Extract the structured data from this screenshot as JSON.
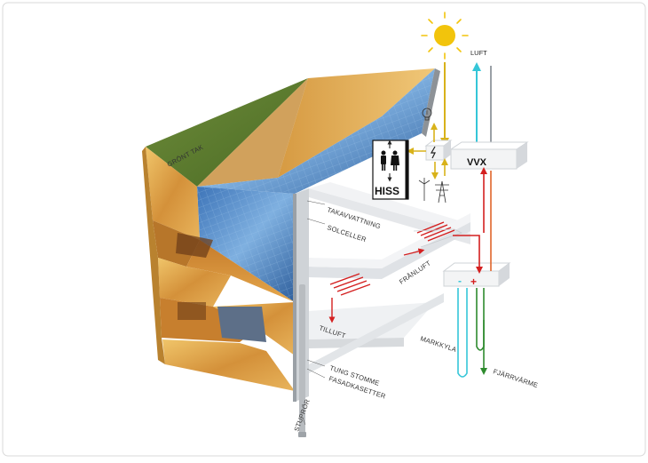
{
  "labels": {
    "gron_tak": "GRÖNT TAK",
    "takavvattning": "TAKAVVATTNING",
    "solceller": "SOLCELLER",
    "franluft": "FRÅNLUFT",
    "tilluft": "TILLUFT",
    "tung_stomme": "TUNG STOMME",
    "fasadkasetter": "FASADKASETTER",
    "stupror": "STUPRÖR",
    "luft": "LUFT",
    "vvx": "VVX",
    "hiss": "HISS",
    "markkyla": "MARKKYLA",
    "fjarrvarme": "FJÄRRVÄRME",
    "minus": "-",
    "plus": "+"
  },
  "colors": {
    "sun": "#f2c40c",
    "energy_arrow": "#d8b21a",
    "air_cyan": "#35c6d8",
    "air_grey": "#9aa0a6",
    "heat_red": "#d42020",
    "orange_line": "#e0662a",
    "green_line": "#2e8b2e",
    "grass": "#5c7a2e",
    "solar_blue": "#4a86c8",
    "facade_gold": "#d99a3a"
  },
  "icons": [
    "sun-icon",
    "lightbulb-icon",
    "power-pylon-icon",
    "wind-turbine-icon",
    "elevator-people-icon",
    "lightning-icon"
  ]
}
